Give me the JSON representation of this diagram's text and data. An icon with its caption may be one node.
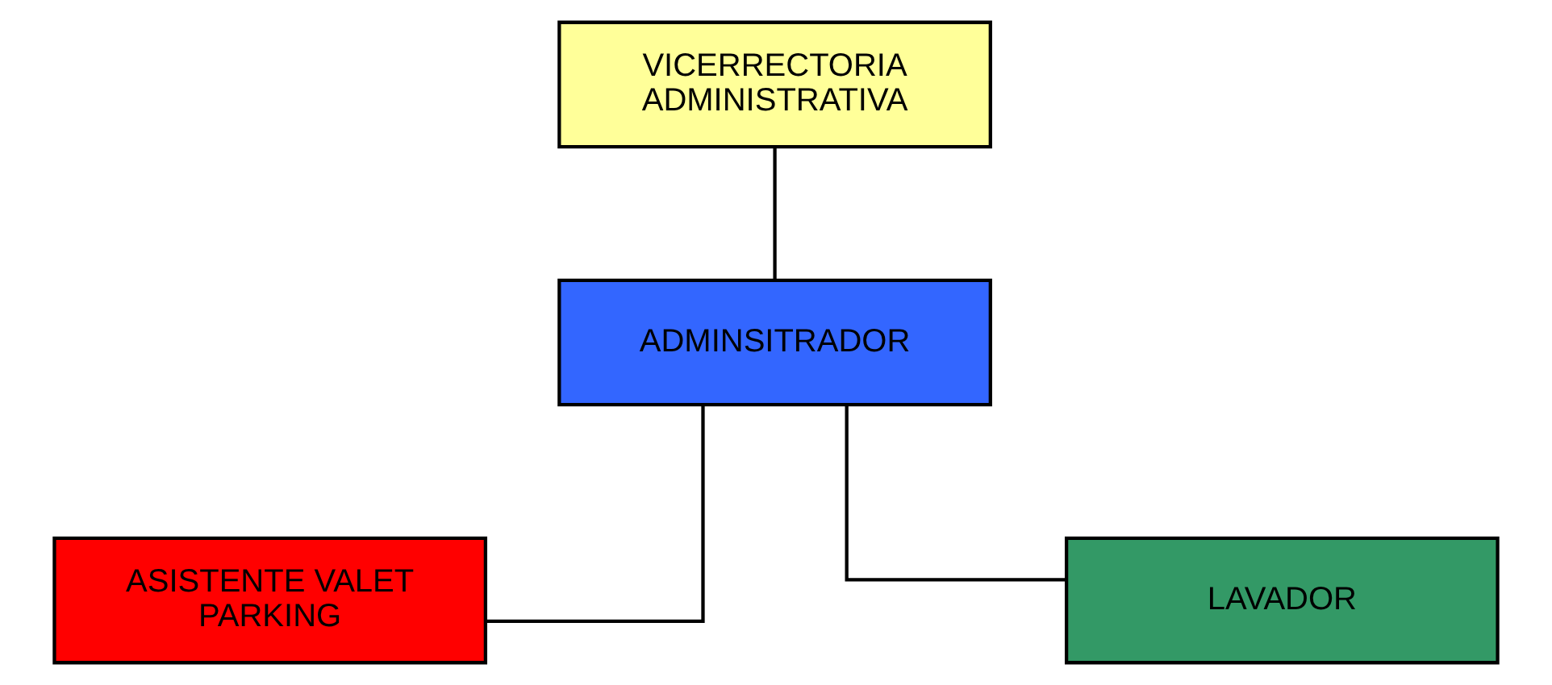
{
  "diagram": {
    "nodes": [
      {
        "text": [
          "VICERRECTORIA ADMINISTRATIVA"
        ]
      },
      {
        "text": [
          "ADMINSITRADOR"
        ]
      },
      {
        "text": [
          "ASISTENTE VALET PARKING"
        ]
      },
      {
        "text": [
          "LAVADOR"
        ]
      }
    ],
    "edges": [
      {
        "from": 0,
        "to": 1,
        "arrow": "none"
      },
      {
        "from": 1,
        "to": 2,
        "arrow": "none"
      },
      {
        "from": 1,
        "to": 3,
        "arrow": "none"
      }
    ]
  }
}
